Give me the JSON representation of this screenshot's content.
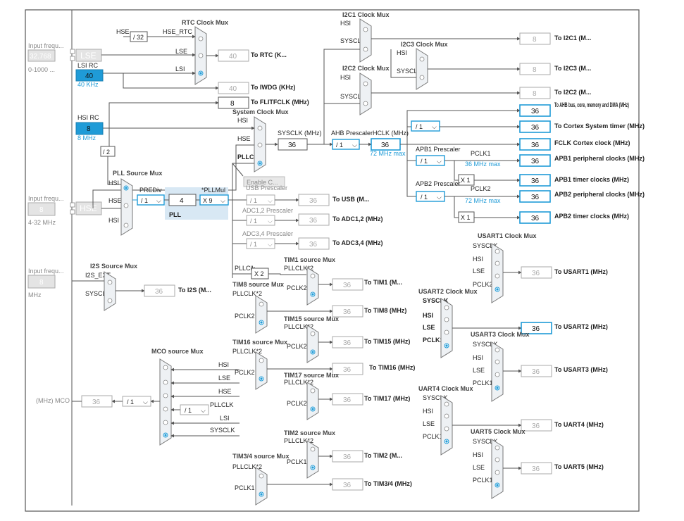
{
  "inputs": {
    "lse": {
      "label": "Input frequ...",
      "value": "32.768",
      "range": "0-1000 ..."
    },
    "hse": {
      "label": "Input frequ...",
      "value": "8",
      "range": "4-32 MHz"
    },
    "i2s": {
      "label": "Input frequ...",
      "value": "8",
      "unit": "MHz"
    }
  },
  "oscillators": {
    "lse_label": "LSE",
    "hse_label": "HSE",
    "lsi_title": "LSI RC",
    "lsi_value": "40",
    "lsi_freq": "40 KHz",
    "hsi_title": "HSI RC",
    "hsi_value": "8",
    "hsi_freq": "8 MHz"
  },
  "rtc": {
    "title": "RTC Clock Mux",
    "hse_div_label": "HSE",
    "hse_div": "/ 32",
    "in_hse_rtc": "HSE_RTC",
    "in_lse": "LSE",
    "in_lsi": "LSI",
    "rtc_value": "40",
    "rtc_label": "To RTC (K...",
    "iwdg_value": "40",
    "iwdg_label": "To IWDG (KHz)",
    "flit_value": "8",
    "flit_label": "To FLITFCLK (MHz)"
  },
  "system": {
    "title": "System Clock Mux",
    "in_hsi": "HSI",
    "in_hse": "HSE",
    "in_pllclk": "PLLCLK",
    "sysclk_label": "SYSCLK (MHz)",
    "sysclk_value": "36",
    "ahb_label": "AHB Prescaler",
    "ahb_value": "/ 1",
    "hclk_label": "HCLK (MHz)",
    "hclk_value": "36",
    "hclk_max": "72 MHz max"
  },
  "pll": {
    "title": "PLL Source Mux",
    "div2": "/ 2",
    "in_hsi": "HSI",
    "in_hse": "HSE",
    "in_hsi2": "HSI",
    "prediv_label": "PREDiv",
    "prediv_value": "/ 1",
    "pll_value": "4",
    "pll_label": "PLL",
    "pllmul_label": "*PLLMul",
    "pllmul_value": "X 9",
    "enable_css": "Enable C..."
  },
  "i2c": {
    "i2c1_title": "I2C1 Clock Mux",
    "i2c2_title": "I2C2 Clock Mux",
    "i2c3_title": "I2C3 Clock Mux",
    "in_hsi": "HSI",
    "in_sysclk": "SYSCLK",
    "i2c1_value": "8",
    "i2c1_label": "To I2C1 (M...",
    "i2c3_value": "8",
    "i2c3_label": "To I2C3 (M...",
    "i2c2_value": "8",
    "i2c2_label": "To I2C2 (M..."
  },
  "buses": {
    "ahb_value": "36",
    "ahb_label": "To AHB bus, core, memory and DMA (MHz)",
    "cortex_div": "/ 1",
    "cortex_value": "36",
    "cortex_label": "To Cortex System timer (MHz)",
    "fclk_value": "36",
    "fclk_label": "FCLK Cortex clock (MHz)",
    "apb1_prescaler_label": "APB1 Prescaler",
    "apb1_div": "/ 1",
    "pclk1_label": "PCLK1",
    "pclk1_max": "36 MHz max",
    "apb1_periph_value": "36",
    "apb1_periph_label": "APB1 peripheral clocks (MHz)",
    "apb1_mul": "X 1",
    "apb1_timer_value": "36",
    "apb1_timer_label": "APB1 timer clocks (MHz)",
    "apb2_prescaler_label": "APB2 Prescaler",
    "apb2_div": "/ 1",
    "pclk2_label": "PCLK2",
    "pclk2_max": "72 MHz max",
    "apb2_periph_value": "36",
    "apb2_periph_label": "APB2 peripheral clocks (MHz)",
    "apb2_mul": "X 1",
    "apb2_timer_value": "36",
    "apb2_timer_label": "APB2 timer clocks (MHz)"
  },
  "usb": {
    "title": "USB Prescaler",
    "div": "/ 1",
    "value": "36",
    "label": "To USB (M..."
  },
  "adc12": {
    "title": "ADC1,2 Prescaler",
    "div": "/ 1",
    "value": "36",
    "label": "To ADC1,2 (MHz)"
  },
  "adc34": {
    "title": "ADC3,4 Prescaler",
    "div": "/ 1",
    "value": "36",
    "label": "To ADC3,4 (MHz)"
  },
  "i2s": {
    "title": "I2S Source Mux",
    "in_ext": "I2S_EXT",
    "in_sysclk": "SYSCLK",
    "value": "36",
    "label": "To I2S (M..."
  },
  "pllclk_x2": {
    "label": "PLLClk",
    "mul": "X 2"
  },
  "tim": {
    "in_pllclk": "PLLCLK*2",
    "in_pclk1": "PCLK1",
    "in_pclk2": "PCLK2",
    "tim1_title": "TIM1 source Mux",
    "tim1_value": "36",
    "tim1_label": "To TIM1 (M...",
    "tim8_title": "TIM8 source Mux",
    "tim8_value": "36",
    "tim8_label": "To TIM8 (MHz)",
    "tim15_title": "TIM15 source Mux",
    "tim15_value": "36",
    "tim15_label": "To TIM15 (MHz)",
    "tim16_title": "TIM16 source Mux",
    "tim16_value": "36",
    "tim16_label": "To TIM16 (MHz)",
    "tim17_title": "TIM17 source Mux",
    "tim17_value": "36",
    "tim17_label": "To TIM17 (MHz)",
    "tim2_title": "TIM2 source Mux",
    "tim2_value": "36",
    "tim2_label": "To TIM2 (M...",
    "tim34_title": "TIM3/4 source Mux",
    "tim34_value": "36",
    "tim34_label": "To TIM3/4 (MHz)"
  },
  "mco": {
    "title": "MCO source Mux",
    "in_hsi": "HSI",
    "in_lse": "LSE",
    "in_hse": "HSE",
    "in_pllclk": "PLLCLK",
    "in_lsi": "LSI",
    "in_sysclk": "SYSCLK",
    "pll_div": "/ 1",
    "out_div": "/ 1",
    "value": "36",
    "label": "(MHz) MCO"
  },
  "usart": {
    "in_sysclk": "SYSCLK",
    "in_hsi": "HSI",
    "in_lse": "LSE",
    "in_pclk2": "PCLK2",
    "in_pclk1": "PCLK1",
    "usart1_title": "USART1 Clock Mux",
    "usart1_value": "36",
    "usart1_label": "To USART1 (MHz)",
    "usart2_title": "USART2 Clock Mux",
    "usart2_value": "36",
    "usart2_label": "To USART2 (MHz)",
    "usart3_title": "USART3 Clock Mux",
    "usart3_value": "36",
    "usart3_label": "To USART3 (MHz)",
    "uart4_title": "UART4 Clock Mux",
    "uart4_value": "36",
    "uart4_label": "To UART4 (MHz)",
    "uart5_title": "UART5 Clock Mux",
    "uart5_value": "36",
    "uart5_label": "To UART5 (MHz)"
  },
  "colors": {
    "accent": "#1f9bd7",
    "oscillator": "#1f9bd7",
    "pll_zone": "#d8e8f4"
  }
}
